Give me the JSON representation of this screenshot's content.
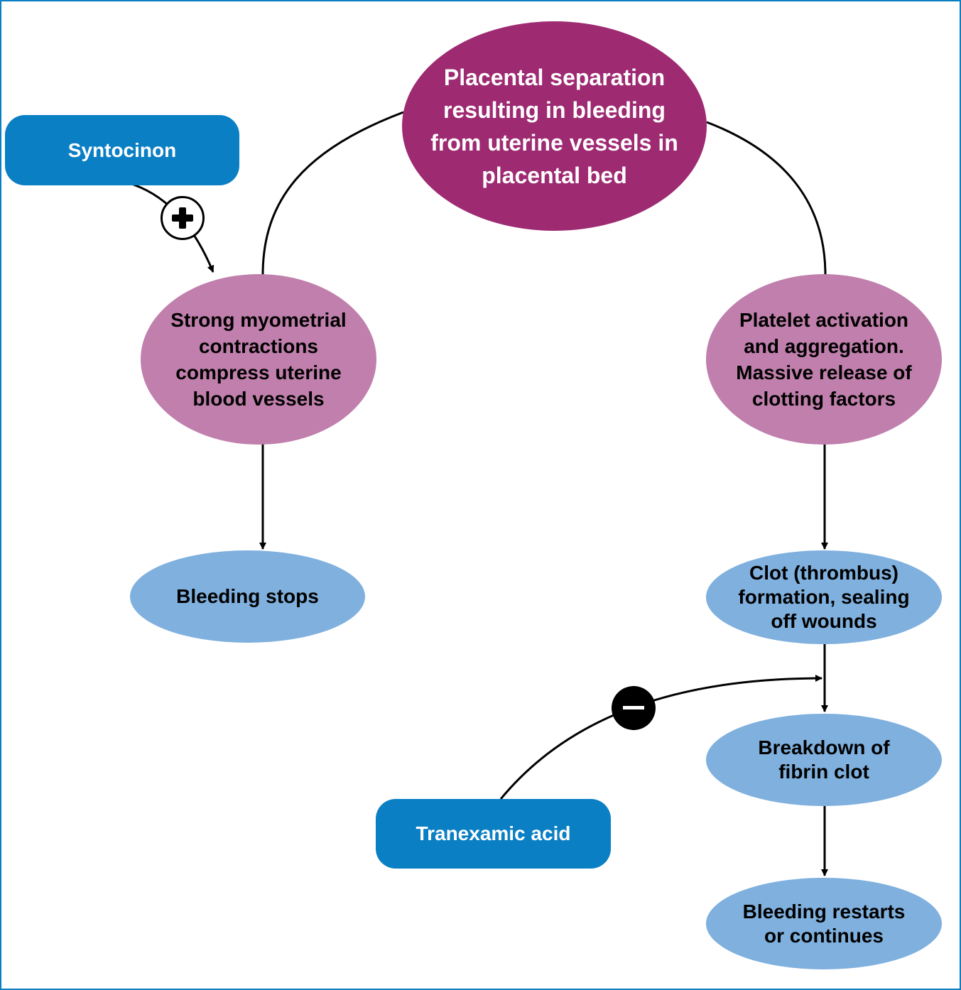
{
  "colors": {
    "frame": "#0a7fc4",
    "top_node": "#9e2a72",
    "mechanism_node": "#c07fac",
    "outcome_node": "#7fb0de",
    "drug_box": "#0a7fc4",
    "line": "#000000"
  },
  "nodes": {
    "placental_separation": "Placental separation\nresulting in bleeding\nfrom uterine vessels in\nplacental bed",
    "myometrial_contractions": "Strong myometrial\ncontractions\ncompress uterine\nblood vessels",
    "platelet_activation": "Platelet activation\nand aggregation.\nMassive release of\nclotting factors",
    "bleeding_stops": "Bleeding stops",
    "clot_formation": "Clot (thrombus)\nformation, sealing\noff wounds",
    "fibrin_breakdown": "Breakdown of\nfibrin clot",
    "bleeding_restarts": "Bleeding restarts\nor continues"
  },
  "drugs": {
    "syntocinon": "Syntocinon",
    "tranexamic_acid": "Tranexamic acid"
  },
  "signs": {
    "plus": {
      "icon": "plus-sign-icon",
      "meaning": "stimulates"
    },
    "minus": {
      "icon": "minus-sign-icon",
      "meaning": "inhibits"
    }
  }
}
